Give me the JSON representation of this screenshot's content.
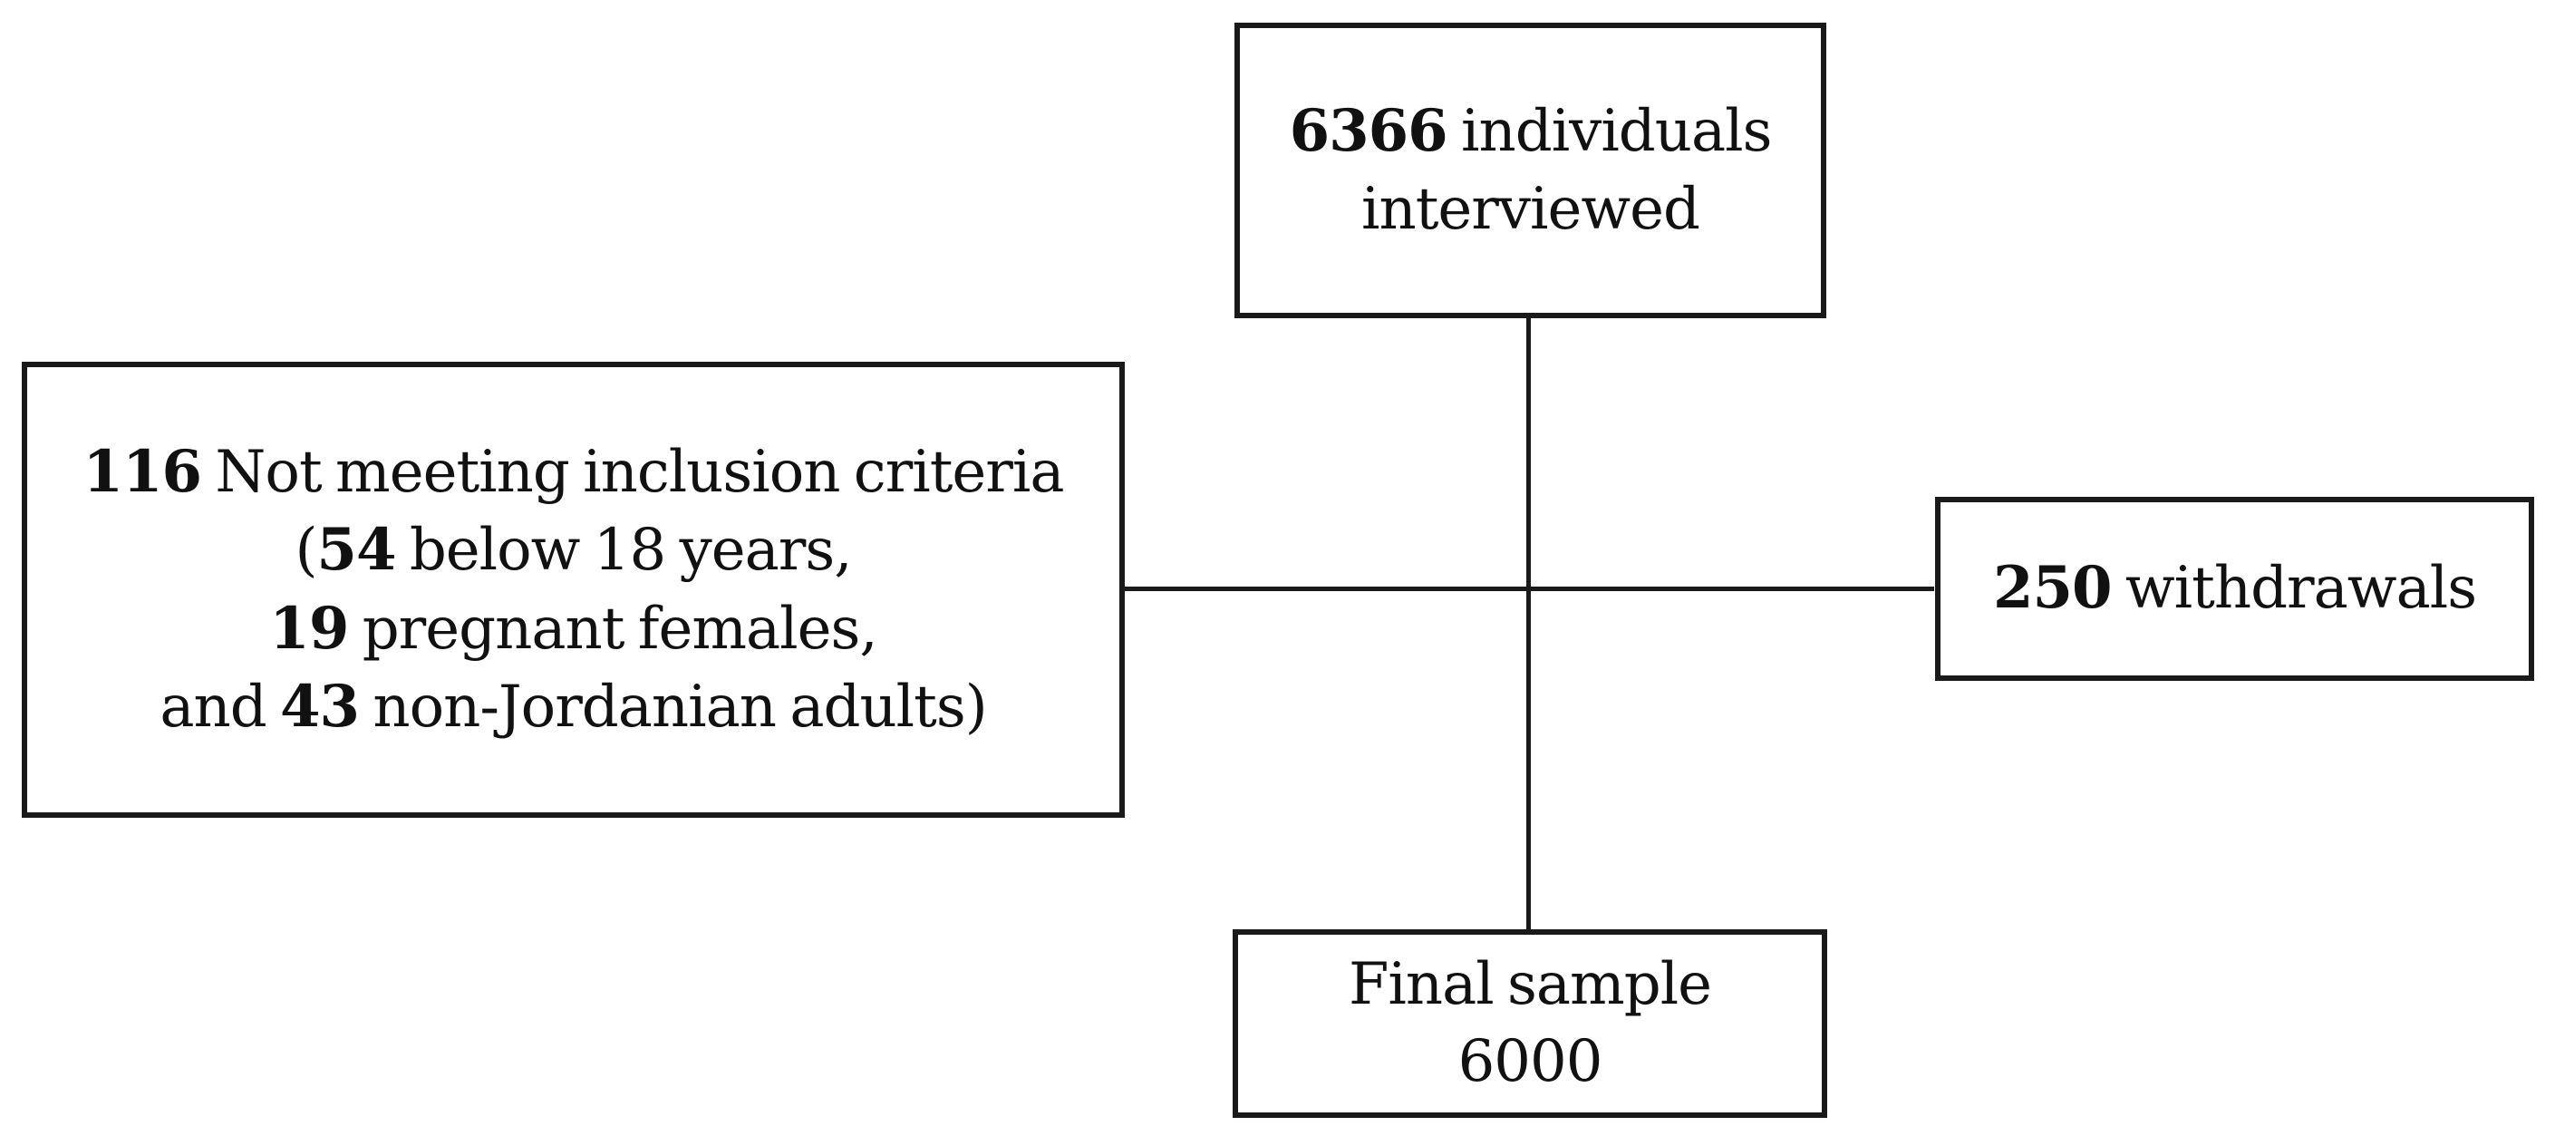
{
  "flowchart": {
    "top_box": {
      "line1_bold": "6366",
      "line1_text": " individuals",
      "line2_text": "interviewed"
    },
    "left_box": {
      "line1_bold": "116",
      "line1_text": " Not meeting inclusion criteria",
      "line2_prefix": "(",
      "line2_bold": "54",
      "line2_text": " below 18 years,",
      "line3_bold": "19",
      "line3_text": " pregnant females,",
      "line4_prefix": "and ",
      "line4_bold": "43",
      "line4_text": " non-Jordanian adults)"
    },
    "right_box": {
      "line1_bold": "250",
      "line1_text": " withdrawals"
    },
    "bottom_box": {
      "line1_text": "Final sample",
      "line2_text": "6000"
    }
  }
}
